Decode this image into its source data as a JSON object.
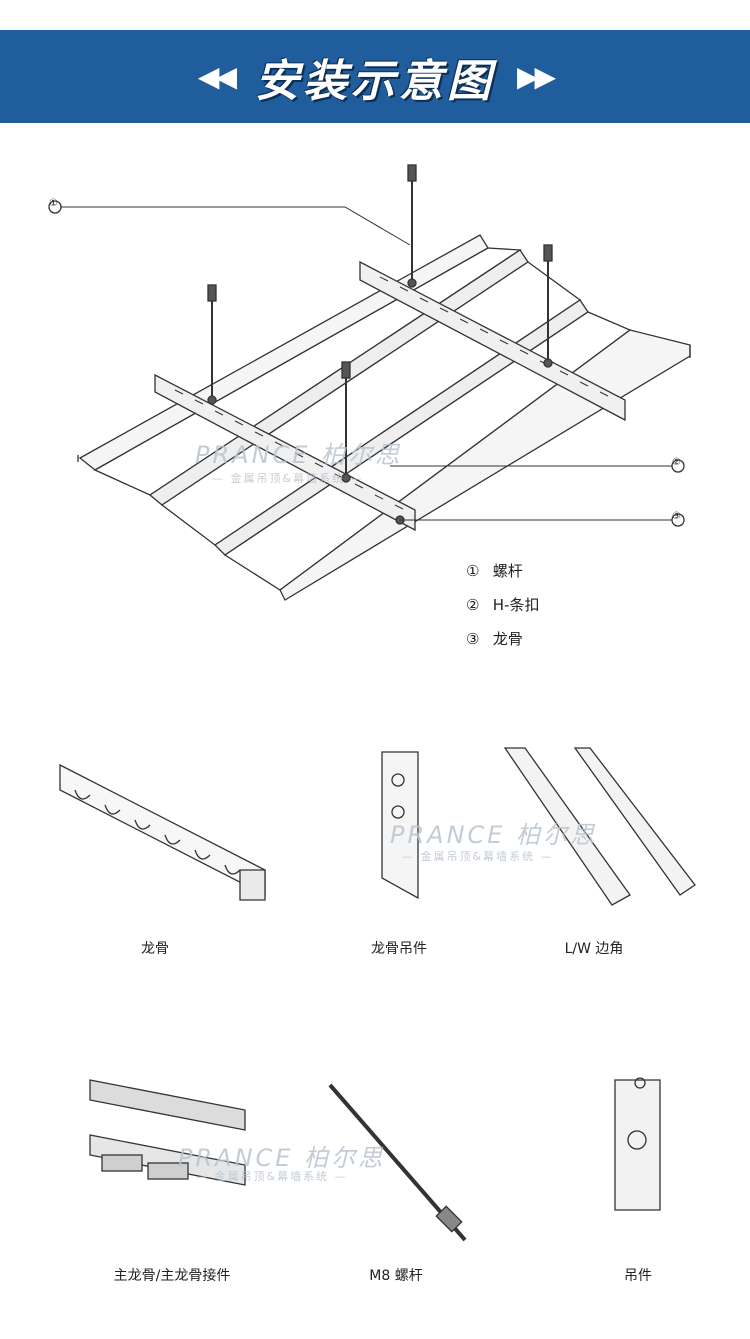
{
  "banner": {
    "title": "安装示意图",
    "left_arrows": "◀◀",
    "right_arrows": "▶▶",
    "color": "#1f5d9d"
  },
  "diagram": {
    "callouts": [
      "①",
      "②",
      "③"
    ],
    "legend": [
      {
        "num": "①",
        "label": "螺杆"
      },
      {
        "num": "②",
        "label": "H-条扣"
      },
      {
        "num": "③",
        "label": "龙骨"
      }
    ]
  },
  "watermark": {
    "brand": "PRANCE",
    "brand_cn": "柏尔思",
    "slogan": "— 金属吊顶&幕墙系统 —"
  },
  "parts_row1": [
    {
      "label": "龙骨"
    },
    {
      "label": "龙骨吊件"
    },
    {
      "label": "L/W 边角"
    }
  ],
  "parts_row2": [
    {
      "label": "主龙骨/主龙骨接件"
    },
    {
      "label": "M8 螺杆"
    },
    {
      "label": "吊件"
    }
  ]
}
